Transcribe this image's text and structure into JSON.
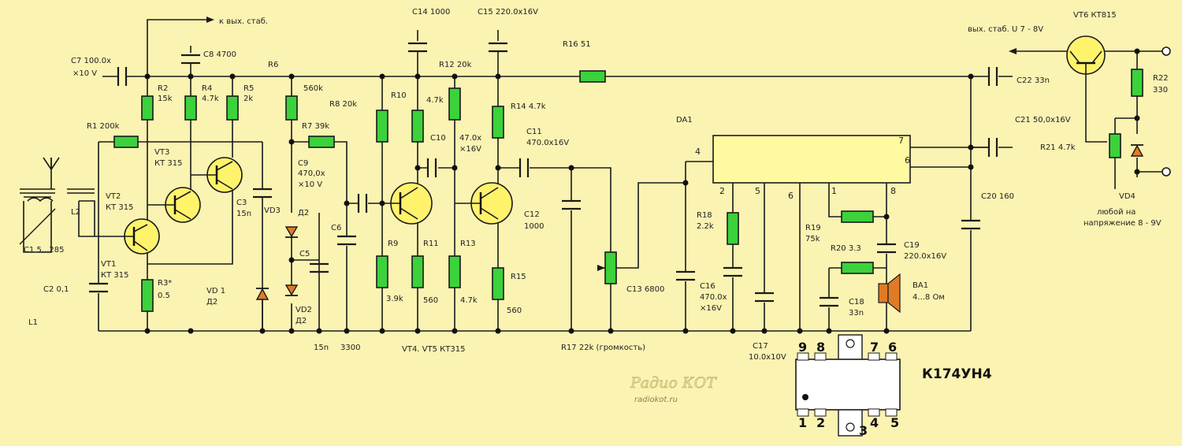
{
  "colors": {
    "background": "#fbf3b2",
    "resistor": "#3bd23b",
    "transistor": "#fff36b",
    "chip": "#fffaa0",
    "speaker": "#e07b25",
    "wire": "#1a1a1a"
  },
  "labels": {
    "to_stab": "к вых. стаб.",
    "c7": "С7 100.0х",
    "c7b": "×10 V",
    "c8": "С8 4700",
    "r6": "R6",
    "r2": "R2",
    "r2v": "15k",
    "r4": "R4",
    "r4v": "4.7k",
    "r5": "R5",
    "r5v": "2k",
    "r6v": "560k",
    "r1": "R1 200k",
    "vt3": "VT3",
    "vt3t": "КТ 315",
    "vt2": "VT2",
    "vt2t": "КТ 315",
    "c3": "С3",
    "c3v": "15n",
    "r7": "R7 39k",
    "c9": "С9",
    "c9v": "470,0х",
    "c9b": "×10 V",
    "vd3": "VD3",
    "d2a": "Д2",
    "c5": "С5",
    "c6": "С6",
    "vd1": "VD 1",
    "d2b": "Д2",
    "vd2": "VD2",
    "d2c": "Д2",
    "c1": "С1 5,,,285",
    "vt1": "VT1",
    "vt1t": "КТ 315",
    "r3": "R3*",
    "r3v": "0.5",
    "c2": "С2 0,1",
    "l1": "L1",
    "l2": "L2",
    "n15": "15n",
    "n3300": "3300",
    "r8": "R8 20k",
    "r10": "R10",
    "r10v": "4.7k",
    "c14": "С14 1000",
    "c15": "С15 220.0х16V",
    "r12": "R12 20k",
    "c10": "С10",
    "c10v": "47.0х",
    "c10b": "×16V",
    "r14": "R14 4.7k",
    "c11": "С11",
    "c11v": "470.0х16V",
    "r9": "R9",
    "r9v": "3.9k",
    "r11": "R11",
    "r11v": "560",
    "r13": "R13",
    "r13v": "4.7k",
    "r15": "R15",
    "r15v": "560",
    "c12": "С12",
    "c12v": "1000",
    "vt45": "VT4. VT5 КТ315",
    "r16": "R16 51",
    "da1": "DA1",
    "c13": "С13 6800",
    "r17": "R17 22k (громкость)",
    "r18": "R18",
    "r18v": "2.2k",
    "c16": "С16",
    "c16v": "470.0х",
    "c16b": "×16V",
    "c17": "С17",
    "c17v": "10.0х10V",
    "r19": "R19",
    "r19v": "75k",
    "r20": "R20 3.3",
    "c18": "С18",
    "c18v": "33n",
    "c19": "С19",
    "c19v": "220.0х16V",
    "ba1": "ВА1",
    "ba1v": "4...8 Ом",
    "c20": "С20 160",
    "c21": "С21 50,0х16V",
    "c22": "С22 33n",
    "stab_out": "вых. стаб. U 7 - 8V",
    "vt6": "VT6 КТ815",
    "r21": "R21 4.7k",
    "r22": "R22",
    "r22v": "330",
    "vd4": "VD4",
    "vd4n1": "любой на",
    "vd4n2": "напряжение 8 - 9V",
    "chip_name": "К174УН4"
  },
  "da1_pins": [
    "4",
    "2",
    "5",
    "6",
    "1",
    "8",
    "7",
    "6"
  ],
  "chip_pins_top": [
    "9",
    "8",
    "7",
    "6"
  ],
  "chip_pins_bottom": [
    "1",
    "2",
    "3",
    "4",
    "5"
  ],
  "watermark": {
    "line1": "Радио КОТ",
    "line2": "radiokot.ru"
  }
}
